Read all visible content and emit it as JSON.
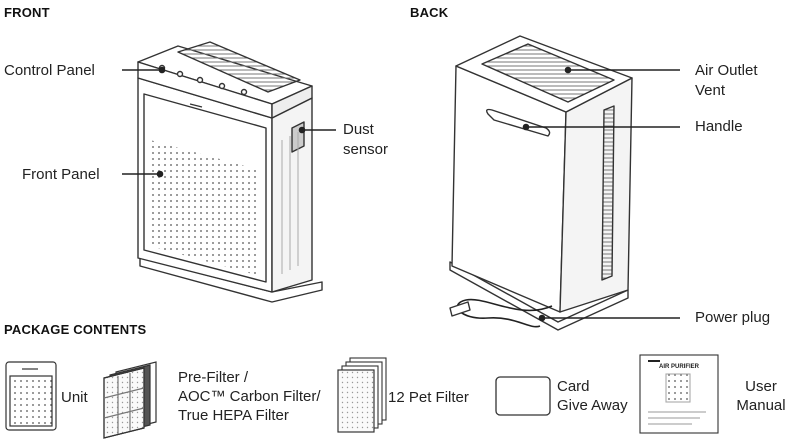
{
  "sections": {
    "front": "FRONT",
    "back": "BACK",
    "package_contents": "PACKAGE CONTENTS"
  },
  "front_callouts": {
    "control_panel": "Control Panel",
    "front_panel": "Front Panel",
    "dust_sensor_line1": "Dust",
    "dust_sensor_line2": "sensor"
  },
  "back_callouts": {
    "air_outlet_line1": "Air Outlet",
    "air_outlet_line2": "Vent",
    "handle": "Handle",
    "power_plug": "Power plug"
  },
  "package_items": {
    "unit": "Unit",
    "filter_line1": "Pre-Filter /",
    "filter_line2": "AOC™ Carbon Filter/",
    "filter_line3": "True HEPA Filter",
    "pet_filter": "12 Pet Filter",
    "card_line1": "Card",
    "card_line2": "Give Away",
    "manual_line1": "User",
    "manual_line2": "Manual"
  },
  "manual_cover_title": "AIR PURIFIER",
  "colors": {
    "ink": "#222222",
    "line": "#333333"
  }
}
